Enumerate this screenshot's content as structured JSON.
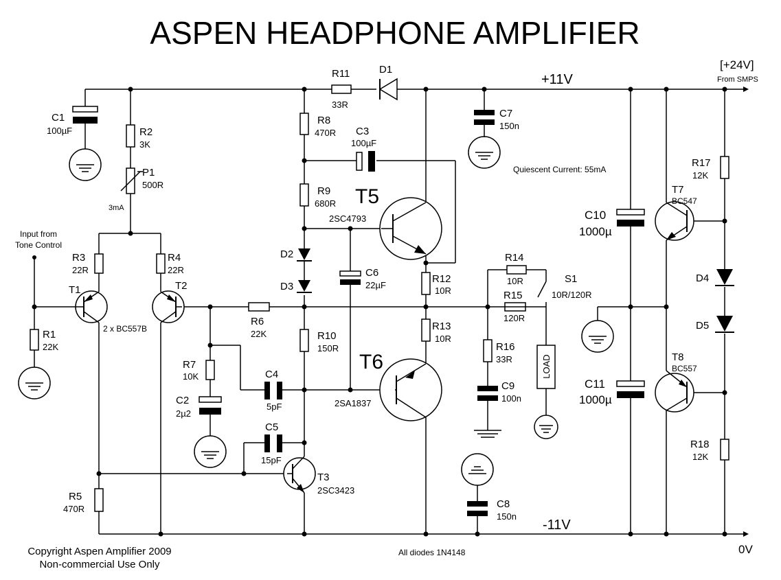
{
  "title": "ASPEN HEADPHONE AMPLIFIER",
  "rails": {
    "pos_label": "+11V",
    "neg_label": "-11V",
    "supply_label": "[+24V]",
    "supply_note": "From SMPS",
    "ground_label": "0V"
  },
  "notes": {
    "quiescent": "Quiescent Current: 55mA",
    "diodes": "All diodes 1N4148",
    "copyright_line1": "Copyright Aspen Amplifier 2009",
    "copyright_line2": "Non-commercial Use Only",
    "current_3ma": "3mA",
    "input_line1": "Input from",
    "input_line2": "Tone Control",
    "pair_type": "2 x BC557B",
    "load": "LOAD",
    "switch_value": "10R/120R"
  },
  "components": {
    "R1": {
      "name": "R1",
      "value": "22K"
    },
    "R2": {
      "name": "R2",
      "value": "3K"
    },
    "R3": {
      "name": "R3",
      "value": "22R"
    },
    "R4": {
      "name": "R4",
      "value": "22R"
    },
    "R5": {
      "name": "R5",
      "value": "470R"
    },
    "R6": {
      "name": "R6",
      "value": "22K"
    },
    "R7": {
      "name": "R7",
      "value": "10K"
    },
    "R8": {
      "name": "R8",
      "value": "470R"
    },
    "R9": {
      "name": "R9",
      "value": "680R"
    },
    "R10": {
      "name": "R10",
      "value": "150R"
    },
    "R11": {
      "name": "R11",
      "value": "33R"
    },
    "R12": {
      "name": "R12",
      "value": "10R"
    },
    "R13": {
      "name": "R13",
      "value": "10R"
    },
    "R14": {
      "name": "R14",
      "value": "10R"
    },
    "R15": {
      "name": "R15",
      "value": "120R"
    },
    "R16": {
      "name": "R16",
      "value": "33R"
    },
    "R17": {
      "name": "R17",
      "value": "12K"
    },
    "R18": {
      "name": "R18",
      "value": "12K"
    },
    "P1": {
      "name": "P1",
      "value": "500R"
    },
    "C1": {
      "name": "C1",
      "value": "100µF"
    },
    "C2": {
      "name": "C2",
      "value": "2µ2"
    },
    "C3": {
      "name": "C3",
      "value": "100µF"
    },
    "C4": {
      "name": "C4",
      "value": "5pF"
    },
    "C5": {
      "name": "C5",
      "value": "15pF"
    },
    "C6": {
      "name": "C6",
      "value": "22µF"
    },
    "C7": {
      "name": "C7",
      "value": "150n"
    },
    "C8": {
      "name": "C8",
      "value": "150n"
    },
    "C9": {
      "name": "C9",
      "value": "100n"
    },
    "C10": {
      "name": "C10",
      "value": "1000µ"
    },
    "C11": {
      "name": "C11",
      "value": "1000µ"
    },
    "D1": {
      "name": "D1"
    },
    "D2": {
      "name": "D2"
    },
    "D3": {
      "name": "D3"
    },
    "D4": {
      "name": "D4"
    },
    "D5": {
      "name": "D5"
    },
    "S1": {
      "name": "S1"
    },
    "T1": {
      "name": "T1"
    },
    "T2": {
      "name": "T2"
    },
    "T3": {
      "name": "T3",
      "type": "2SC3423"
    },
    "T5": {
      "name": "T5",
      "type": "2SC4793"
    },
    "T6": {
      "name": "T6",
      "type": "2SA1837"
    },
    "T7": {
      "name": "T7",
      "type": "BC547"
    },
    "T8": {
      "name": "T8",
      "type": "BC557"
    }
  }
}
